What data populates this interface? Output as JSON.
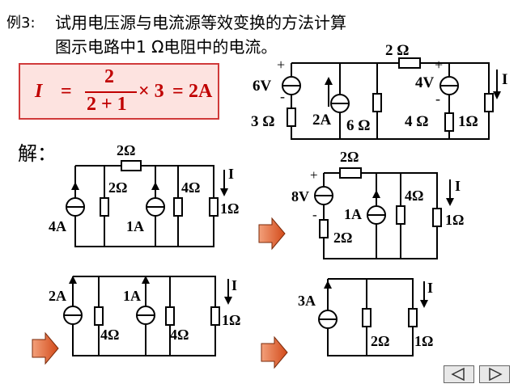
{
  "header": {
    "example_label": "例3:",
    "line1": "试用电压源与电流源等效变换的方法计算",
    "line2": "图示电路中1 Ω电阻中的电流。"
  },
  "formula": {
    "lhs": "I",
    "eq1": "=",
    "numerator": "2",
    "denominator": "2 + 1",
    "times": "× 3",
    "eq2": "=",
    "result": "2A"
  },
  "solution_label": "解：",
  "circuit_main": {
    "top_res": "2 Ω",
    "v6": "6V",
    "v4": "4V",
    "plus_left": "+",
    "minus_left": "-",
    "plus_right": "+",
    "minus_right": "-",
    "r3": "3 Ω",
    "i2a": "2A",
    "r6": "6 Ω",
    "r4": "4 Ω",
    "r1": "1Ω",
    "current": "I"
  },
  "circuit_a": {
    "top_res": "2Ω",
    "r2": "2Ω",
    "r4": "4Ω",
    "r1": "1Ω",
    "i4a": "4A",
    "i1a": "1A",
    "current": "I"
  },
  "circuit_b": {
    "top_res": "2Ω",
    "plus": "+",
    "minus": "-",
    "v8": "8V",
    "r4": "4Ω",
    "i1a": "1A",
    "r1": "1Ω",
    "r2": "2Ω",
    "current": "I"
  },
  "circuit_c": {
    "i2a": "2A",
    "i1a": "1A",
    "r4a": "4Ω",
    "r4b": "4Ω",
    "r1": "1Ω",
    "current": "I"
  },
  "circuit_d": {
    "i3a": "3A",
    "r2": "2Ω",
    "r1": "1Ω",
    "current": "I"
  },
  "colors": {
    "formula_bg": "#fde3e0",
    "formula_border": "#d03a3a",
    "formula_text": "#c00000",
    "arrow_fill": "#e06a35"
  },
  "nav": {
    "prev_icon": "triangle-left-icon",
    "next_icon": "triangle-right-icon"
  }
}
